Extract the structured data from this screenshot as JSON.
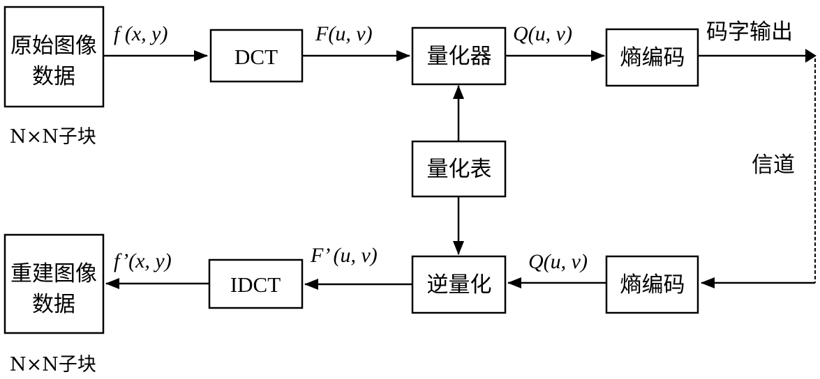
{
  "top_row": {
    "source_box": [
      "原始图像",
      "数据"
    ],
    "source_note": "N×N子块",
    "dct_label": "DCT",
    "quantizer_label": "量化器",
    "entropy_encoder_label": "熵编码",
    "signal_fxy": "f (x, y)",
    "signal_Fuv": "F(u, v)",
    "signal_Quv": "Q(u, v)",
    "output_label": "码字输出"
  },
  "middle": {
    "quant_table_label": "量化表",
    "channel_label": "信道"
  },
  "bottom_row": {
    "recon_box": [
      "重建图像",
      "数据"
    ],
    "recon_note": "N×N子块",
    "idct_label": "IDCT",
    "dequantizer_label": "逆量化",
    "entropy_decoder_label": "熵编码",
    "signal_fprime": "f’(x, y)",
    "signal_Fprime": "F’ (u, v)",
    "signal_Quv": "Q(u, v)"
  }
}
